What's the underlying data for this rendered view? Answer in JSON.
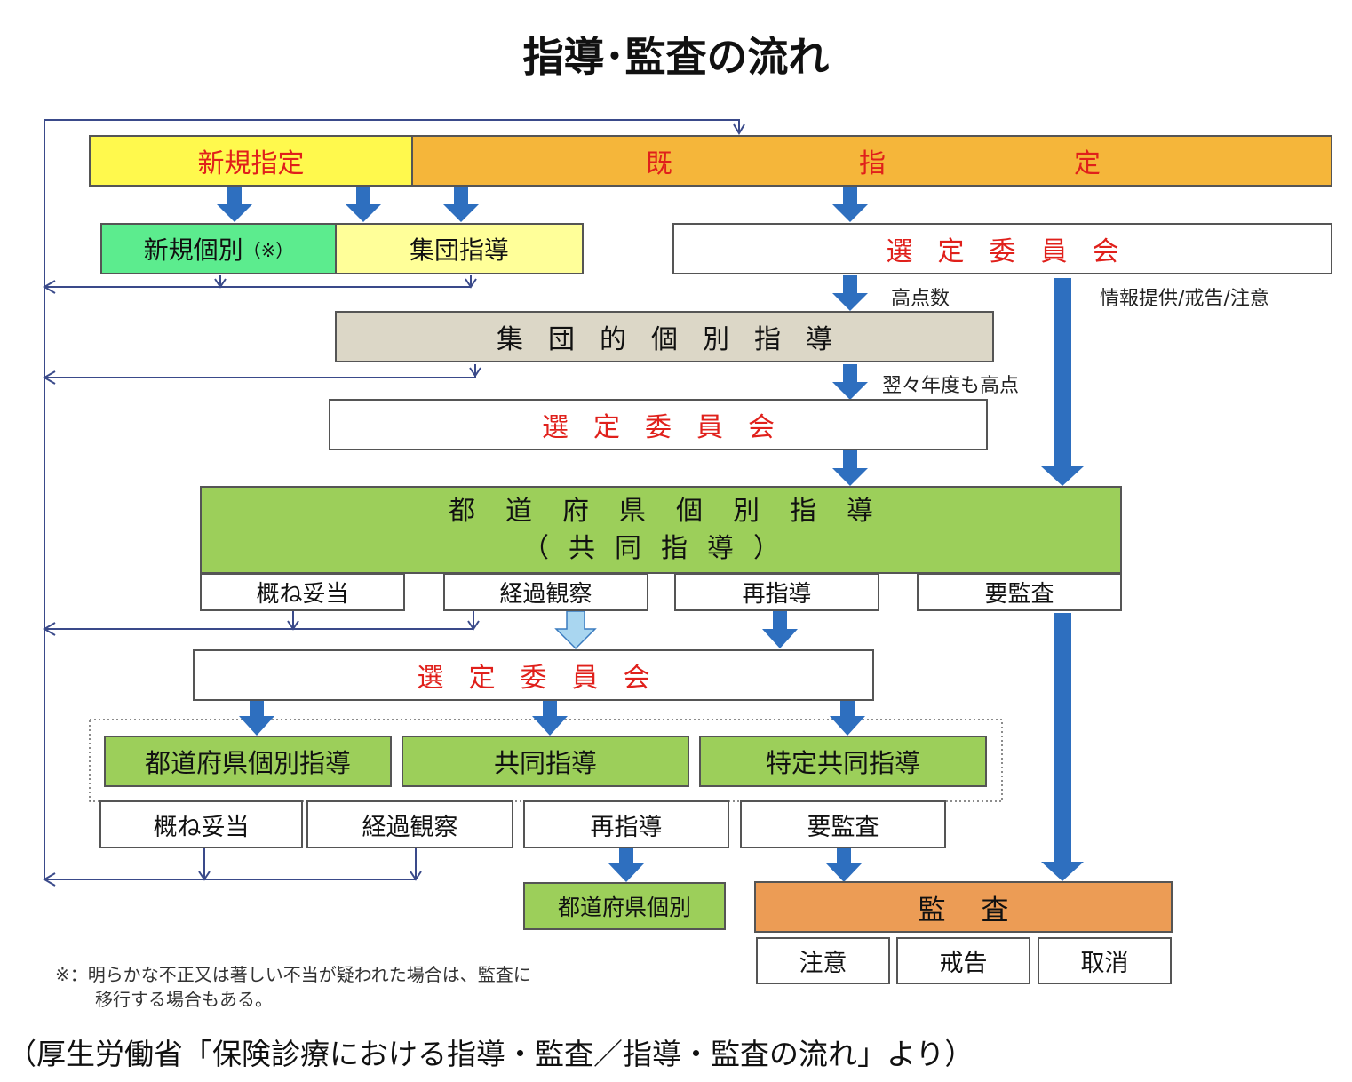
{
  "title": "指導･監査の流れ",
  "colors": {
    "yellow": "#fff94d",
    "orange": "#f5b63a",
    "light_yellow": "#ffff99",
    "mint": "#5cec8e",
    "khaki": "#dcd7c7",
    "green": "#9ccf5a",
    "audit_orange": "#ec9c55",
    "arrow_blue": "#2e6fbf",
    "arrow_light": "#a9d6f0",
    "line_navy": "#3a4a8a"
  },
  "top": {
    "new_designation": "新規指定",
    "existing_1": "既",
    "existing_2": "指",
    "existing_3": "定"
  },
  "row2": {
    "new_individual": "新規個別",
    "new_individual_mark": "（※）",
    "group_guidance": "集団指導",
    "selection_committee": "選定委員会"
  },
  "labels": {
    "high_score": "高点数",
    "info": "情報提供/戒告/注意",
    "following_year": "翌々年度も高点"
  },
  "group_individual": "集団的個別指導",
  "selection_committee_2": "選定委員会",
  "prefectural": {
    "line1": "都道府県個別指導",
    "line2": "（共同指導）"
  },
  "results_1": [
    "概ね妥当",
    "経過観察",
    "再指導",
    "要監査"
  ],
  "selection_committee_3": "選定委員会",
  "guidance_types": [
    "都道府県個別指導",
    "共同指導",
    "特定共同指導"
  ],
  "results_2": [
    "概ね妥当",
    "経過観察",
    "再指導",
    "要監査"
  ],
  "prefectural_individual": "都道府県個別",
  "audit": "監査",
  "audit_results": [
    "注意",
    "戒告",
    "取消"
  ],
  "footnote": {
    "line1": "※：明らかな不正又は著しい不当が疑われた場合は、監査に",
    "line2": "移行する場合もある。"
  },
  "source": "（厚生労働省「保険診療における指導・監査／指導・監査の流れ」より）"
}
